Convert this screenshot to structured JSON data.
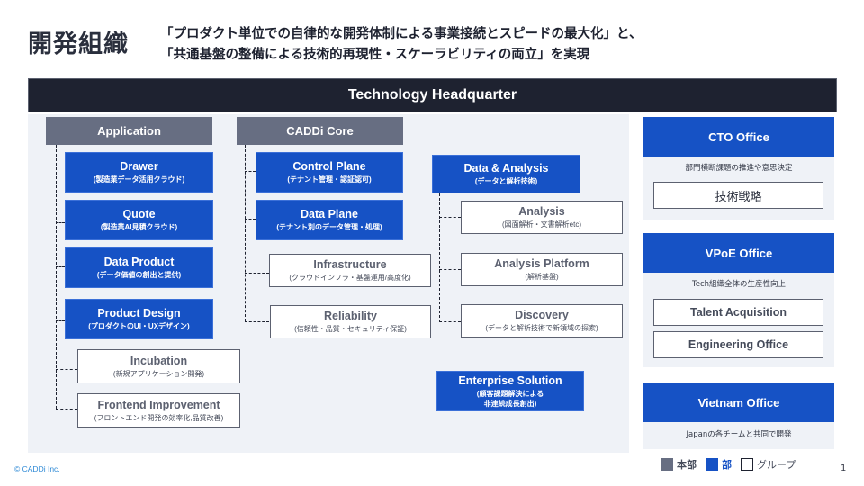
{
  "header": {
    "title": "開発組織",
    "subtitle_line1": "「プロダクト単位での自律的な開発体制による事業接続とスピードの最大化」と、",
    "subtitle_line2": "「共通基盤の整備による技術的再現性・スケーラビリティの両立」を実現"
  },
  "hq": {
    "label": "Technology Headquarter"
  },
  "application": {
    "label": "Application",
    "units": [
      {
        "title": "Drawer",
        "sub": "(製造業データ活用クラウド)",
        "type": "bu"
      },
      {
        "title": "Quote",
        "sub": "(製造業AI見積クラウド)",
        "type": "bu"
      },
      {
        "title": "Data Product",
        "sub": "(データ価値の創出と提供)",
        "type": "bu"
      },
      {
        "title": "Product Design",
        "sub": "(プロダクトのUI・UXデザイン)",
        "type": "bu"
      },
      {
        "title": "Incubation",
        "sub": "(新規アプリケーション開発)",
        "type": "group"
      },
      {
        "title": "Frontend Improvement",
        "sub": "(フロントエンド開発の効率化,品質改善)",
        "type": "group"
      }
    ]
  },
  "core": {
    "label": "CADDi Core",
    "units": [
      {
        "title": "Control Plane",
        "sub": "(テナント管理・認証認可)",
        "type": "bu"
      },
      {
        "title": "Data Plane",
        "sub": "(テナント別のデータ管理・処理)",
        "type": "bu"
      },
      {
        "title": "Infrastructure",
        "sub": "(クラウドインフラ・基盤運用/高度化)",
        "type": "group"
      },
      {
        "title": "Reliability",
        "sub": "(信頼性・品質・セキュリティ保証)",
        "type": "group"
      }
    ]
  },
  "data_analysis": {
    "title": "Data & Analysis",
    "sub": "(データと解析技術)",
    "units": [
      {
        "title": "Analysis",
        "sub": "(図面解析・文書解析etc)",
        "type": "group"
      },
      {
        "title": "Analysis Platform",
        "sub": "(解析基盤)",
        "type": "group"
      },
      {
        "title": "Discovery",
        "sub": "(データと解析技術で新領域の探索)",
        "type": "group"
      }
    ]
  },
  "enterprise": {
    "title": "Enterprise Solution",
    "sub_line1": "(顧客課題解決による",
    "sub_line2": "非連続成長創出)"
  },
  "offices": {
    "cto": {
      "title": "CTO Office",
      "desc": "部門横断課題の推進や意思決定",
      "items": [
        "技術戦略"
      ]
    },
    "vpoe": {
      "title": "VPoE Office",
      "desc": "Tech組織全体の生産性向上",
      "items": [
        "Talent Acquisition",
        "Engineering Office"
      ]
    },
    "vietnam": {
      "title": "Vietnam Office",
      "desc": "Japanの各チームと共同で開発"
    }
  },
  "legend": {
    "honbu": "本部",
    "bu": "部",
    "group": "グループ"
  },
  "colors": {
    "honbu": "#676e82",
    "bu": "#1652c5",
    "hq": "#1e2230",
    "panel": "#eff2f7"
  },
  "footer": {
    "copyright": "© CADDi Inc.",
    "page": "1"
  }
}
